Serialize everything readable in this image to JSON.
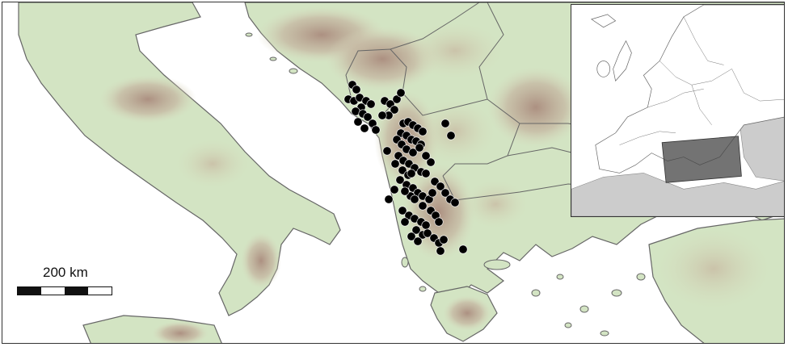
{
  "scale_bar": {
    "label": "200 km",
    "segments": 4
  },
  "colors": {
    "land_low": "#cfe5c4",
    "land_mid": "#c9c3a8",
    "land_high": "#b59c8c",
    "sea": "#ffffff",
    "border": "#666666",
    "occurrence": "#000000",
    "inset_land": "#ffffff",
    "inset_other": "#cccccc",
    "inset_study_area": "#555555"
  },
  "icons": {
    "occurrence_marker": "filled-circle"
  }
}
